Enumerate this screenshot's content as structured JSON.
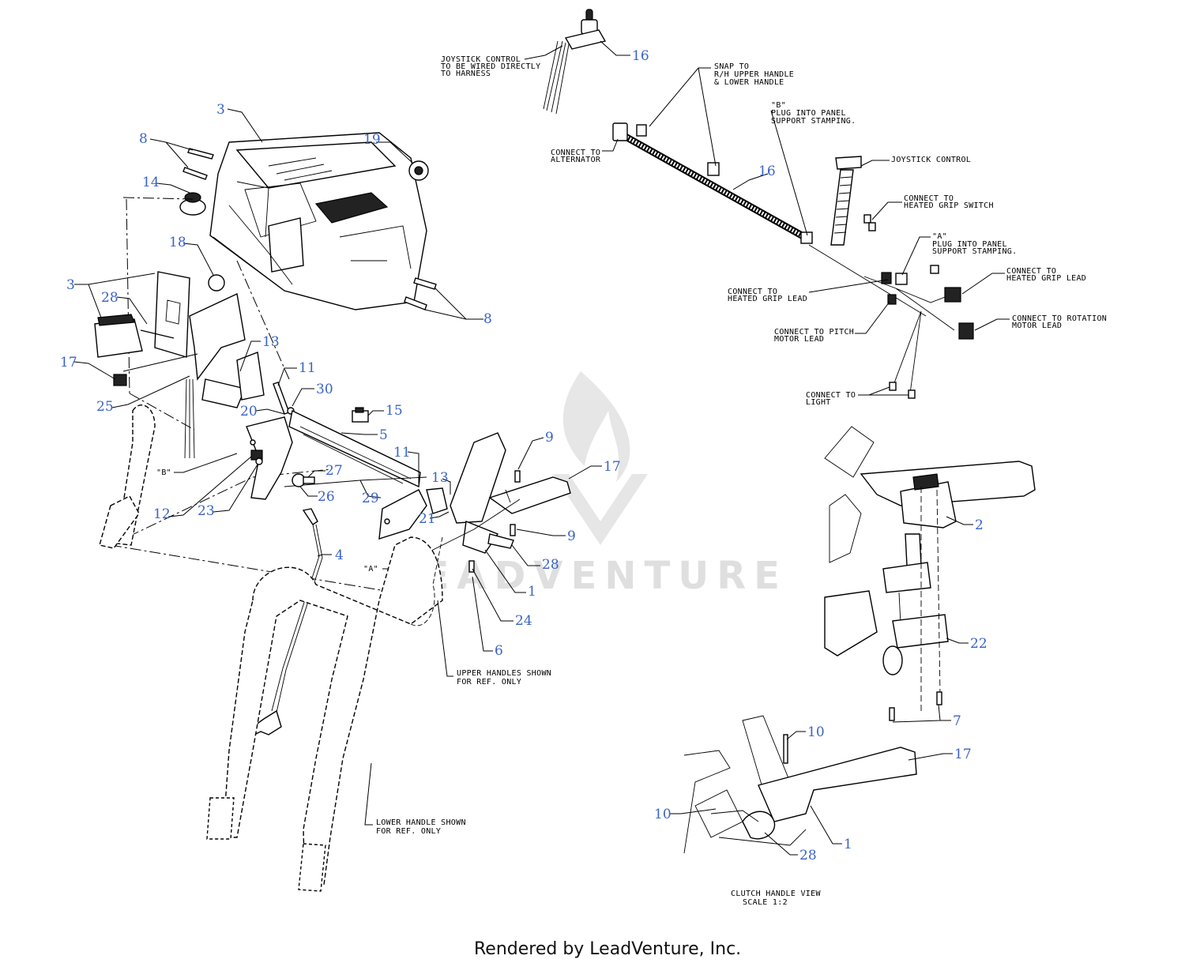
{
  "watermark": "LEADVENTURE",
  "footer": "Rendered by LeadVenture, Inc.",
  "notes": {
    "joystick_wired_1": "JOYSTICK CONTROL",
    "joystick_wired_2": "TO BE WIRED DIRECTLY",
    "joystick_wired_3": "TO HARNESS",
    "snap_1": "SNAP TO",
    "snap_2": "R/H  UPPER HANDLE",
    "snap_3": "& LOWER HANDLE",
    "b_plug_1": "\"B\"",
    "b_plug_2": "PLUG INTO PANEL",
    "b_plug_3": "SUPPORT STAMPING.",
    "alternator_1": "CONNECT TO",
    "alternator_2": "ALTERNATOR",
    "joystick_control": "JOYSTICK CONTROL",
    "grip_switch_1": "CONNECT TO",
    "grip_switch_2": "HEATED GRIP SWITCH",
    "a_plug_1": "\"A\"",
    "a_plug_2": "PLUG INTO PANEL",
    "a_plug_3": "SUPPORT STAMPING.",
    "grip_lead_left_1": "CONNECT TO",
    "grip_lead_left_2": "HEATED GRIP LEAD",
    "grip_lead_right_1": "CONNECT TO",
    "grip_lead_right_2": "HEATED GRIP LEAD",
    "pitch_1": "CONNECT TO PITCH",
    "pitch_2": "MOTOR LEAD",
    "rotation_1": "CONNECT TO ROTATION",
    "rotation_2": "MOTOR LEAD",
    "light_1": "CONNECT TO",
    "light_2": "LIGHT",
    "b_label": "\"B\"",
    "a_label": "\"A\"",
    "upper_handles_1": "UPPER HANDLES SHOWN",
    "upper_handles_2": "FOR REF. ONLY",
    "lower_handle_1": "LOWER HANDLE SHOWN",
    "lower_handle_2": "FOR REF. ONLY",
    "clutch_view_1": "CLUTCH HANDLE VIEW",
    "clutch_view_2": "SCALE 1:2"
  },
  "callouts": {
    "c16_top": "16",
    "c3_top": "3",
    "c8_top": "8",
    "c19": "19",
    "c14": "14",
    "c18": "18",
    "c3_left": "3",
    "c28_left": "28",
    "c8_right": "8",
    "c13_top": "13",
    "c17_left": "17",
    "c11_top": "11",
    "c30": "30",
    "c25": "25",
    "c20": "20",
    "c15": "15",
    "c5": "5",
    "c9_top": "9",
    "c11_mid": "11",
    "c17_mid": "17",
    "c27": "27",
    "c13_mid": "13",
    "c26": "26",
    "c29": "29",
    "c12": "12",
    "c23": "23",
    "c21": "21",
    "c9_mid": "9",
    "c28_mid": "28",
    "c4": "4",
    "c1_mid": "1",
    "c24": "24",
    "c6": "6",
    "c16_harness": "16",
    "c2": "2",
    "c22": "22",
    "c7": "7",
    "c10_top": "10",
    "c17_bottom": "17",
    "c10_left": "10",
    "c1_bottom": "1",
    "c28_bottom": "28"
  }
}
